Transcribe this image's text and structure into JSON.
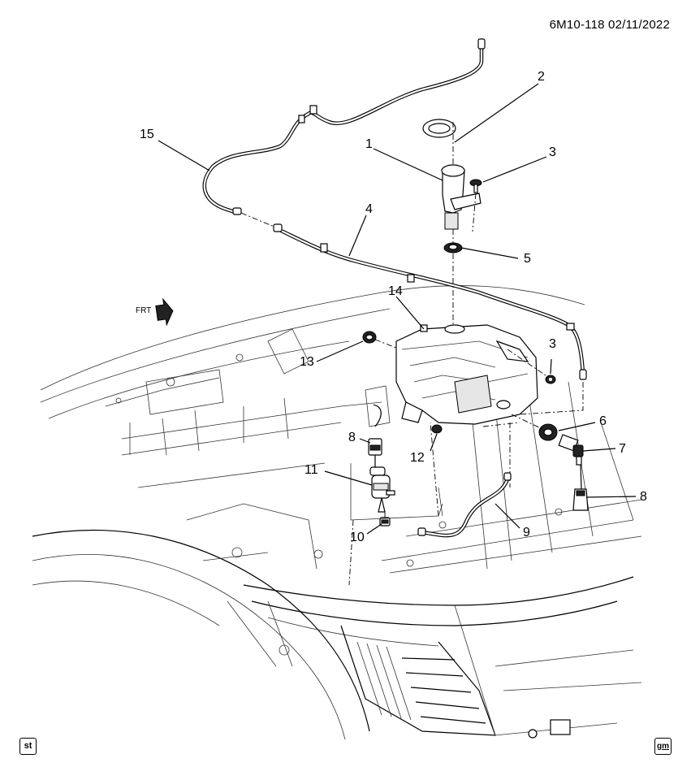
{
  "header": {
    "code": "6M10-118  02/11/2022"
  },
  "orientation_label": "FRT",
  "badges": {
    "left": "st",
    "right": "gm"
  },
  "callouts": {
    "c1": "1",
    "c2": "2",
    "c3a": "3",
    "c3b": "3",
    "c4": "4",
    "c5": "5",
    "c6": "6",
    "c7": "7",
    "c8a": "8",
    "c8b": "8",
    "c9": "9",
    "c10": "10",
    "c11": "11",
    "c12": "12",
    "c13": "13",
    "c14": "14",
    "c15": "15"
  }
}
